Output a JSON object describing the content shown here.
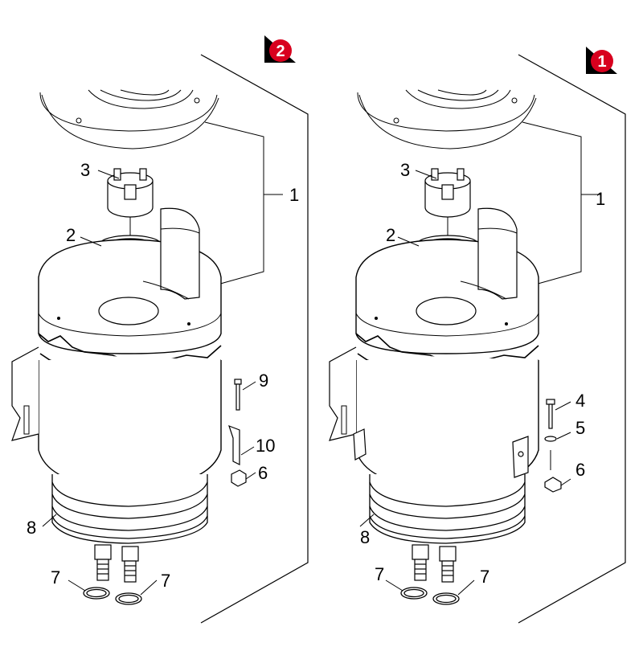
{
  "views": [
    {
      "id": "left",
      "badge": "2",
      "callouts": [
        {
          "key": "frame",
          "text": "1"
        },
        {
          "key": "ring",
          "text": "2"
        },
        {
          "key": "cap",
          "text": "3"
        },
        {
          "key": "bolt",
          "text": "9"
        },
        {
          "key": "clip",
          "text": "10"
        },
        {
          "key": "nut",
          "text": "6"
        },
        {
          "key": "bellows",
          "text": "8"
        },
        {
          "key": "seal-a",
          "text": "7"
        },
        {
          "key": "seal-b",
          "text": "7"
        }
      ]
    },
    {
      "id": "right",
      "badge": "1",
      "callouts": [
        {
          "key": "frame",
          "text": "1"
        },
        {
          "key": "ring",
          "text": "2"
        },
        {
          "key": "cap",
          "text": "3"
        },
        {
          "key": "bolt",
          "text": "4"
        },
        {
          "key": "washer",
          "text": "5"
        },
        {
          "key": "nut",
          "text": "6"
        },
        {
          "key": "bellows",
          "text": "8"
        },
        {
          "key": "seal-a",
          "text": "7"
        },
        {
          "key": "seal-b",
          "text": "7"
        }
      ]
    }
  ],
  "colors": {
    "badge": "#d8001e",
    "line": "#000000",
    "paper": "#ffffff"
  }
}
